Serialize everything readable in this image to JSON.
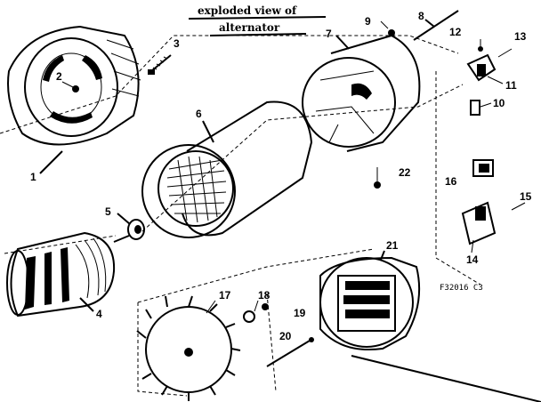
{
  "title": {
    "line1": "exploded view of",
    "line2": "alternator"
  },
  "figure_code": "F32016  C3",
  "callouts": {
    "c1": "1",
    "c2": "2",
    "c3": "3",
    "c4": "4",
    "c5": "5",
    "c6": "6",
    "c7": "7",
    "c8": "8",
    "c9": "9",
    "c10": "10",
    "c11": "11",
    "c12": "12",
    "c13": "13",
    "c14": "14",
    "c15": "15",
    "c16": "16",
    "c17": "17",
    "c18": "18",
    "c19": "19",
    "c20": "20",
    "c21": "21",
    "c22": "22"
  }
}
